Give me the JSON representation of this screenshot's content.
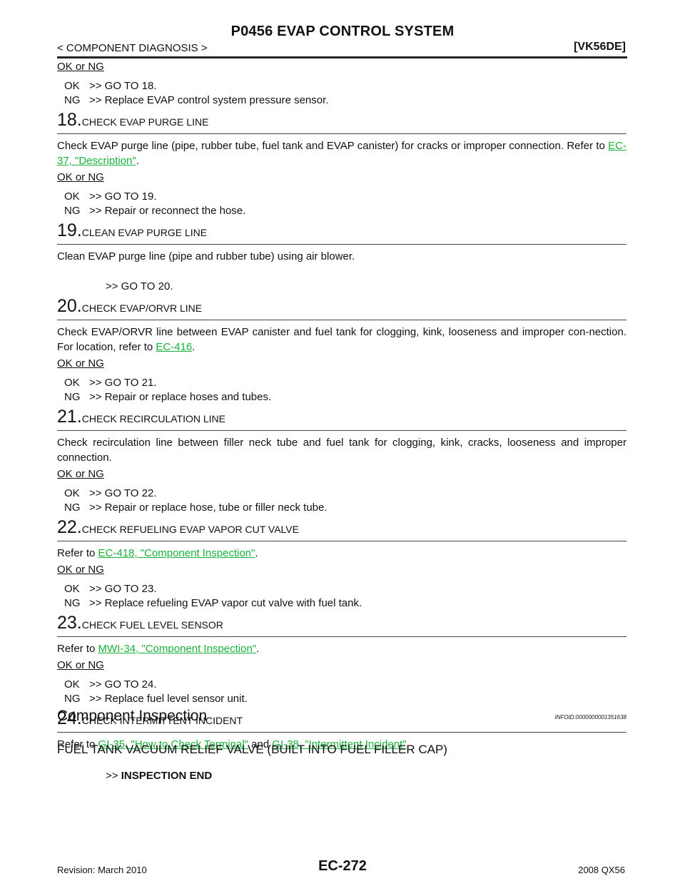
{
  "header": {
    "title": "P0456 EVAP CONTROL SYSTEM",
    "section": "< COMPONENT DIAGNOSIS >",
    "engine": "[VK56DE]"
  },
  "ok_ng_label": "OK or NG",
  "blocks": [
    {
      "kind": "okng",
      "text": "OK or NG"
    },
    {
      "kind": "result",
      "code": "OK",
      "text": ">> GO TO 18."
    },
    {
      "kind": "result",
      "code": "NG",
      "text": ">> Replace EVAP control system pressure sensor."
    },
    {
      "kind": "step",
      "num": "18.",
      "title": "CHECK EVAP PURGE LINE"
    },
    {
      "kind": "desc",
      "parts": [
        {
          "t": "Check EVAP purge line (pipe, rubber tube, fuel tank and EVAP canister) for cracks or improper connection. Refer to "
        },
        {
          "link": "EC-37, \"Description\""
        },
        {
          "t": "."
        }
      ]
    },
    {
      "kind": "okng",
      "text": "OK or NG"
    },
    {
      "kind": "result",
      "code": "OK",
      "text": ">> GO TO 19."
    },
    {
      "kind": "result",
      "code": "NG",
      "text": ">> Repair or reconnect the hose."
    },
    {
      "kind": "step",
      "num": "19.",
      "title": "CLEAN EVAP PURGE LINE"
    },
    {
      "kind": "desc",
      "parts": [
        {
          "t": "Clean EVAP purge line (pipe and rubber tube) using air blower."
        }
      ]
    },
    {
      "kind": "goto",
      "text": ">> GO TO 20."
    },
    {
      "kind": "step",
      "num": "20.",
      "title": "CHECK EVAP/ORVR LINE"
    },
    {
      "kind": "desc",
      "parts": [
        {
          "t": "Check EVAP/ORVR line between EVAP canister and fuel tank for clogging, kink, looseness and improper con-nection. For location, refer to "
        },
        {
          "link": "EC-416"
        },
        {
          "t": "."
        }
      ]
    },
    {
      "kind": "okng",
      "text": "OK or NG"
    },
    {
      "kind": "result",
      "code": "OK",
      "text": ">> GO TO 21."
    },
    {
      "kind": "result",
      "code": "NG",
      "text": ">> Repair or replace hoses and tubes."
    },
    {
      "kind": "step",
      "num": "21.",
      "title": "CHECK RECIRCULATION LINE"
    },
    {
      "kind": "desc",
      "parts": [
        {
          "t": "Check recirculation line between filler neck tube and fuel tank for clogging, kink, cracks, looseness and improper connection."
        }
      ]
    },
    {
      "kind": "okng",
      "text": "OK or NG"
    },
    {
      "kind": "result",
      "code": "OK",
      "text": ">> GO TO 22."
    },
    {
      "kind": "result",
      "code": "NG",
      "text": ">> Repair or replace hose, tube or filler neck tube."
    },
    {
      "kind": "step",
      "num": "22.",
      "title": "CHECK REFUELING EVAP VAPOR CUT VALVE"
    },
    {
      "kind": "desc",
      "parts": [
        {
          "t": "Refer to "
        },
        {
          "link": "EC-418, \"Component Inspection\""
        },
        {
          "t": "."
        }
      ]
    },
    {
      "kind": "okng",
      "text": "OK or NG"
    },
    {
      "kind": "result",
      "code": "OK",
      "text": ">> GO TO 23."
    },
    {
      "kind": "result",
      "code": "NG",
      "text": ">> Replace refueling EVAP vapor cut valve with fuel tank."
    },
    {
      "kind": "step",
      "num": "23.",
      "title": "CHECK FUEL LEVEL SENSOR"
    },
    {
      "kind": "desc",
      "parts": [
        {
          "t": "Refer to "
        },
        {
          "link": "MWI-34, \"Component Inspection\""
        },
        {
          "t": "."
        }
      ]
    },
    {
      "kind": "okng",
      "text": "OK or NG"
    },
    {
      "kind": "result",
      "code": "OK",
      "text": ">> GO TO 24."
    },
    {
      "kind": "result",
      "code": "NG",
      "text": ">> Replace fuel level sensor unit."
    },
    {
      "kind": "step",
      "num": "24.",
      "title": "CHECK INTERMITTENT INCIDENT"
    },
    {
      "kind": "desc",
      "parts": [
        {
          "t": "Refer to "
        },
        {
          "link": "GI-35, \"How to Check Terminal\""
        },
        {
          "t": " and "
        },
        {
          "link": "GI-38, \"Intermittent Incident\""
        },
        {
          "t": "."
        }
      ]
    },
    {
      "kind": "end",
      "prefix": ">>",
      "text": "INSPECTION END"
    }
  ],
  "component": {
    "heading": "Component Inspection",
    "infoid": "INFOID:0000000001351638",
    "subheading": "FUEL TANK VACUUM RELIEF VALVE (BUILT INTO FUEL FILLER CAP)"
  },
  "footer": {
    "revision": "Revision: March 2010",
    "page": "EC-272",
    "model": "2008 QX56"
  },
  "colors": {
    "link": "#19b03b",
    "text": "#111111"
  }
}
